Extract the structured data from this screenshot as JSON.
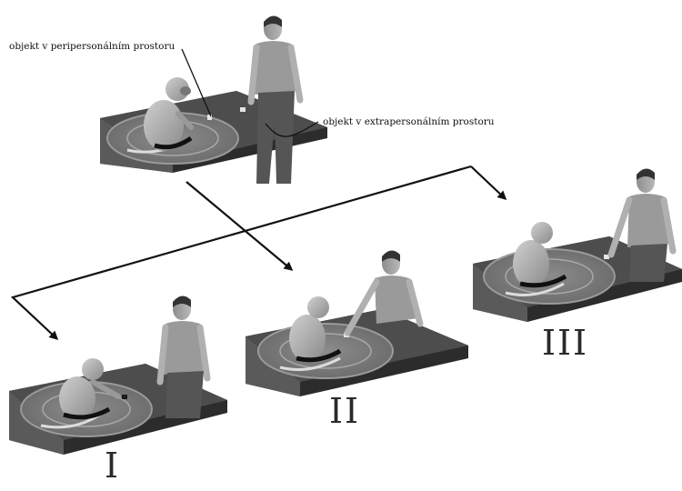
{
  "annotations": {
    "peripersonal": "objekt v peripersonálním prostoru",
    "extrapersonal": "objekt v extrapersonálním prostoru"
  },
  "panels": {
    "first": "I",
    "second": "II",
    "third": "III"
  }
}
